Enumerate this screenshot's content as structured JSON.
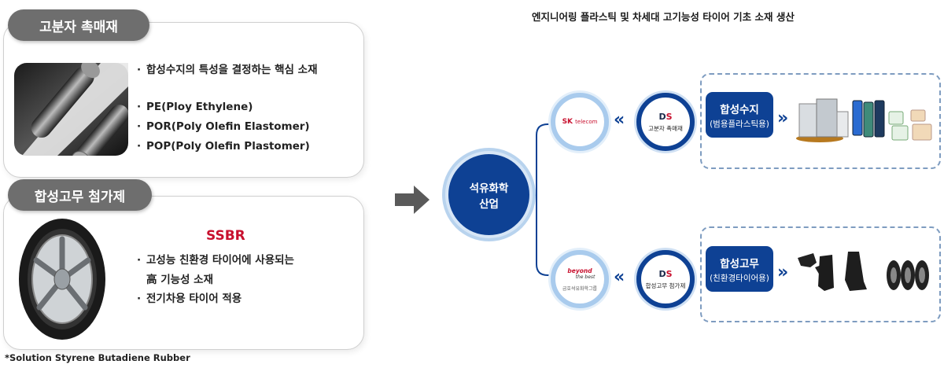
{
  "left": {
    "catalyst": {
      "tab": "고분자 촉매재",
      "bullets": [
        "합성수지의 특성을 결정하는 핵심 소재",
        "PE(Ploy Ethylene)",
        "POR(Poly Olefin Elastomer)",
        "POP(Poly Olefin Plastomer)"
      ]
    },
    "rubber": {
      "tab": "합성고무 첨가제",
      "highlight": "SSBR",
      "bullets": [
        "고성능 친환경 타이어에 사용되는",
        "高 기능성 소재",
        "전기차용 타이어 적용"
      ]
    },
    "footnote": "*Solution Styrene Butadiene Rubber"
  },
  "right": {
    "heading": "엔지니어링 플라스틱 및 차세대 고기능성 타이어 기초 소재 생산",
    "hub": [
      "석유화학",
      "산업"
    ],
    "top_row": {
      "partner_logo": [
        "SK",
        "telecom"
      ],
      "ds_logo": [
        "D",
        "S"
      ],
      "ds_label": "고분자 촉매재",
      "product_title": "합성수지",
      "product_sub": "(범용플라스틱용)"
    },
    "bottom_row": {
      "partner_logo": [
        "beyond",
        "the best"
      ],
      "partner_name": "금호석유화학그룹",
      "ds_logo": [
        "D",
        "S"
      ],
      "ds_label": "합성고무 첨가제",
      "product_title": "합성고무",
      "product_sub": "(친환경타이어용)"
    },
    "chevron": "«",
    "double_chevron": "»"
  },
  "colors": {
    "navy": "#0e4194",
    "light_blue": "#a9cbed",
    "tab_gray": "#6e6e6e",
    "accent_red": "#c8102e"
  }
}
